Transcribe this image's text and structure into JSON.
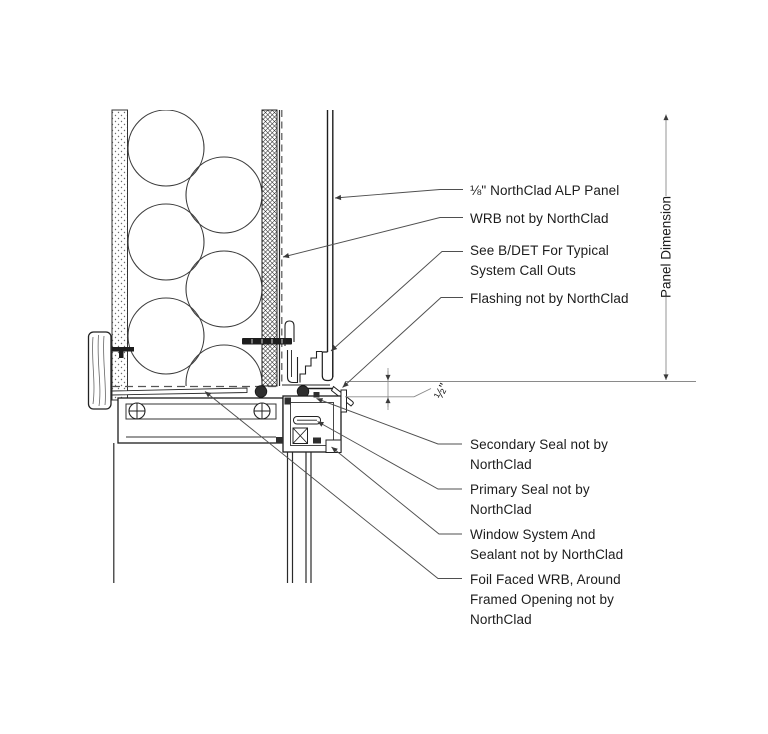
{
  "drawing": {
    "callouts": [
      {
        "id": "alp-panel",
        "text": "⅛\" NorthClad ALP Panel"
      },
      {
        "id": "wrb",
        "text": "WRB not by NorthClad"
      },
      {
        "id": "see-bdet",
        "text": "See B/DET For Typical\nSystem Call Outs"
      },
      {
        "id": "flashing",
        "text": "Flashing not by NorthClad"
      },
      {
        "id": "secondary-seal",
        "text": "Secondary Seal not by\nNorthClad"
      },
      {
        "id": "primary-seal",
        "text": "Primary Seal not by\nNorthClad"
      },
      {
        "id": "window-system",
        "text": "Window System And\nSealant not by NorthClad"
      },
      {
        "id": "foil-wrb",
        "text": "Foil Faced WRB, Around\nFramed Opening not by\nNorthClad"
      }
    ],
    "dimensions": {
      "panel_dimension_label": "Panel Dimension",
      "joint_gap_label": "½\""
    },
    "colors": {
      "main_line": "#1d1d1d",
      "leader_line": "#4f4f4f",
      "dim_line": "#8a8a8a",
      "text": "#1c1c1c",
      "background": "#ffffff"
    }
  }
}
